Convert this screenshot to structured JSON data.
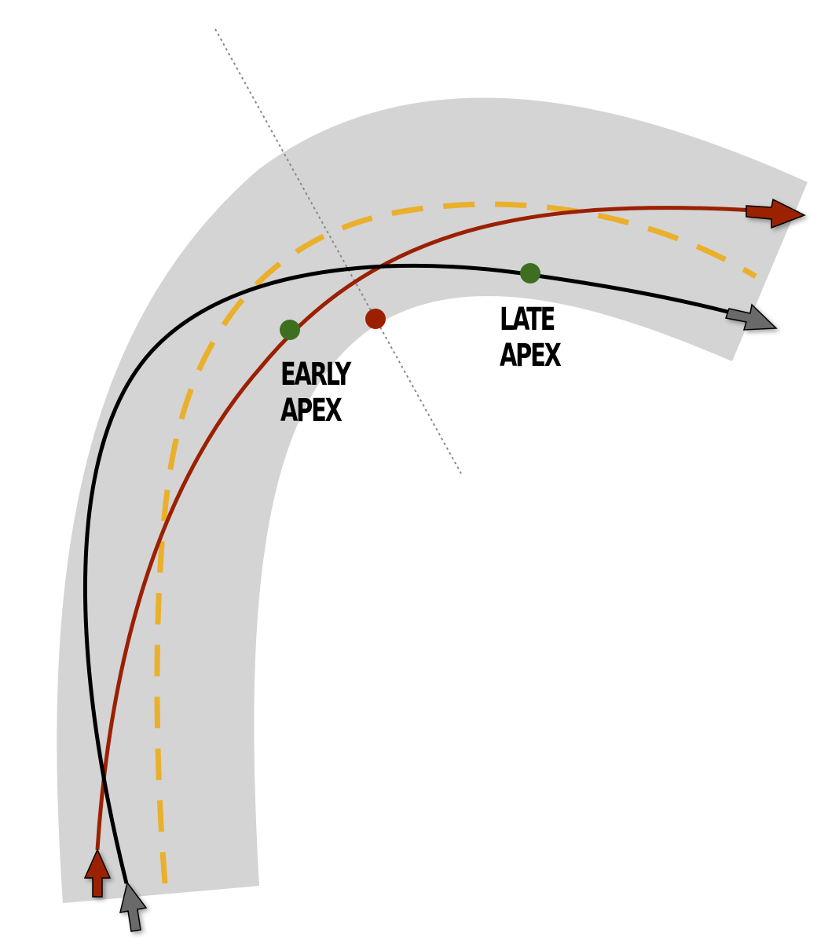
{
  "labels": {
    "early_apex_line1": "EARLY",
    "early_apex_line2": "APEX",
    "late_apex_line1": "LATE",
    "late_apex_line2": "APEX"
  },
  "colors": {
    "track": "#d4d4d4",
    "red_line": "#9b2000",
    "black_line": "#000000",
    "dashed_line": "#eab02c",
    "apex_green": "#3e6e20",
    "apex_red": "#9b2000",
    "arrow_gray": "#6a6a6a",
    "divider": "#888888"
  },
  "icons": {
    "red_arrows": "arrow-icon",
    "gray_arrows": "arrow-icon"
  }
}
